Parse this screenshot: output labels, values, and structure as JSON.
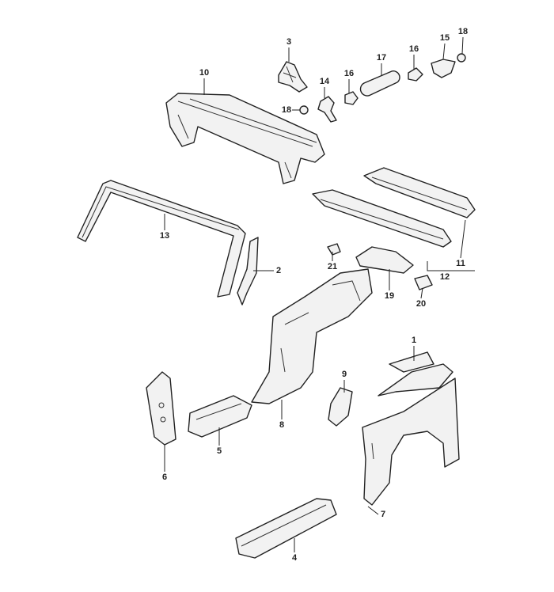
{
  "diagram": {
    "callouts": [
      {
        "id": "c3",
        "number": "3"
      },
      {
        "id": "c10",
        "number": "10"
      },
      {
        "id": "c14",
        "number": "14"
      },
      {
        "id": "c16a",
        "number": "16"
      },
      {
        "id": "c17",
        "number": "17"
      },
      {
        "id": "c16b",
        "number": "16"
      },
      {
        "id": "c15",
        "number": "15"
      },
      {
        "id": "c18a",
        "number": "18"
      },
      {
        "id": "c18b",
        "number": "18"
      },
      {
        "id": "c13",
        "number": "13"
      },
      {
        "id": "c2",
        "number": "2"
      },
      {
        "id": "c21",
        "number": "21"
      },
      {
        "id": "c19",
        "number": "19"
      },
      {
        "id": "c12",
        "number": "12"
      },
      {
        "id": "c11",
        "number": "11"
      },
      {
        "id": "c20",
        "number": "20"
      },
      {
        "id": "c1",
        "number": "1"
      },
      {
        "id": "c9",
        "number": "9"
      },
      {
        "id": "c8",
        "number": "8"
      },
      {
        "id": "c5",
        "number": "5"
      },
      {
        "id": "c6",
        "number": "6"
      },
      {
        "id": "c7",
        "number": "7"
      },
      {
        "id": "c4",
        "number": "4"
      }
    ]
  }
}
